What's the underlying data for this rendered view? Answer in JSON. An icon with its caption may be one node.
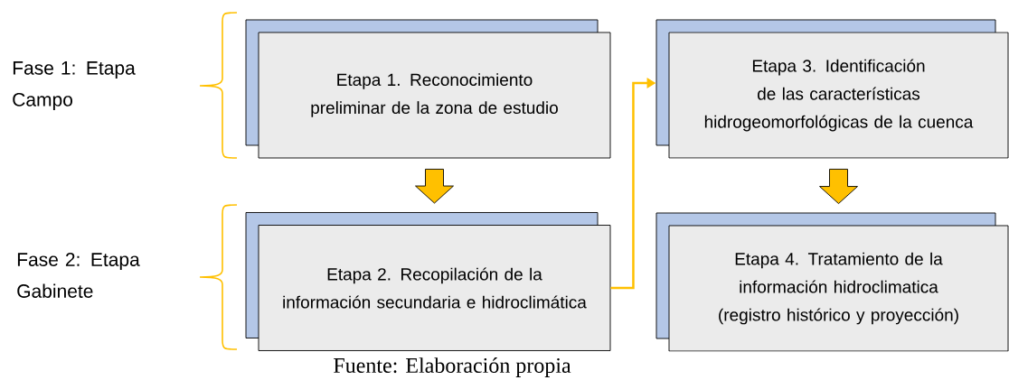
{
  "diagram": {
    "caption": "Fuente: Elaboración propia",
    "nodes": [
      {
        "text": [
          "Etapa 1. Reconocimiento preliminar de la zona de estudio"
        ]
      },
      {
        "text": [
          "Etapa 2. Recopilación de la información secundaria e hidroclimática"
        ]
      },
      {
        "text": [
          "Etapa 3. Identificación de las características hidrogeomorfológicas de la cuenca"
        ]
      },
      {
        "text": [
          "Etapa 4. Tratamiento de la información hidroclimatica (registro histórico y proyección)"
        ]
      }
    ],
    "edges": [
      {
        "from": 0,
        "to": 1,
        "arrow": "to",
        "style": "thick"
      },
      {
        "from": 1,
        "to": 2,
        "arrow": "to",
        "color": "#ffc000"
      },
      {
        "from": 2,
        "to": 3,
        "arrow": "to",
        "style": "thick"
      }
    ],
    "labels": [
      "Fase 1: Etapa Campo",
      "Fase 2: Etapa Gabinete"
    ]
  }
}
